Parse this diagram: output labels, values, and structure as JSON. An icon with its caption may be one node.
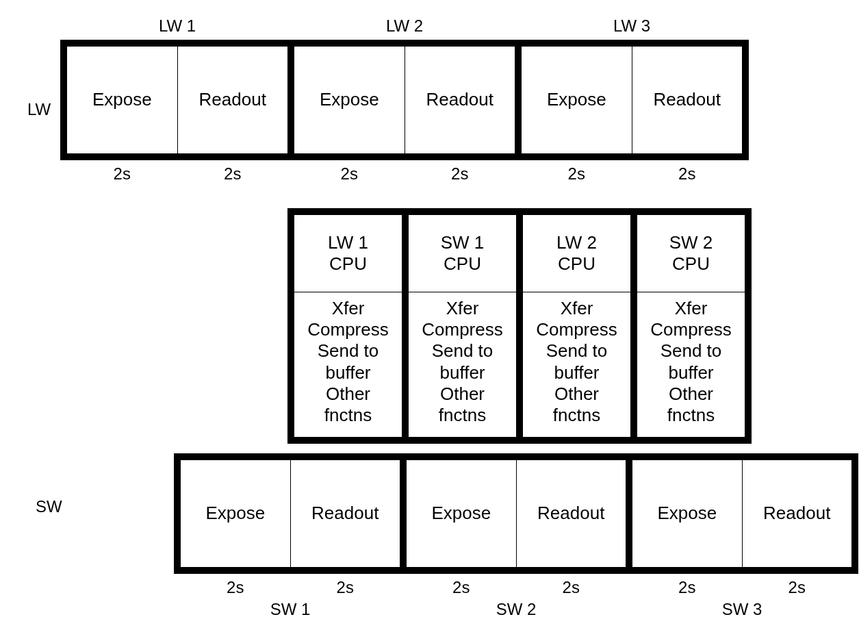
{
  "diagram": {
    "nodes": [
      {
        "text": [
          "LW 1"
        ]
      },
      {
        "text": [
          "Expose"
        ],
        "in": 0,
        "beside": [
          "2s"
        ]
      },
      {
        "text": [
          "Readout"
        ],
        "in": 0,
        "beside": [
          "2s"
        ]
      },
      {
        "text": [
          "LW 2"
        ]
      },
      {
        "text": [
          "Expose"
        ],
        "in": 3,
        "beside": [
          "2s"
        ]
      },
      {
        "text": [
          "Readout"
        ],
        "in": 3,
        "beside": [
          "2s"
        ]
      },
      {
        "text": [
          "LW 3"
        ]
      },
      {
        "text": [
          "Expose"
        ],
        "in": 6,
        "beside": [
          "2s"
        ]
      },
      {
        "text": [
          "Readout"
        ],
        "in": 6,
        "beside": [
          "2s"
        ]
      },
      {
        "text": [],
        "shape": "box"
      },
      {
        "text": [
          "LW 1 CPU"
        ],
        "in": 9
      },
      {
        "text": [
          "Xfer Compress Send to buffer Other fnctns"
        ],
        "in": 9
      },
      {
        "text": [],
        "shape": "box"
      },
      {
        "text": [
          "SW 1 CPU"
        ],
        "in": 12
      },
      {
        "text": [
          "Xfer Compress Send to buffer Other fnctns"
        ],
        "in": 12
      },
      {
        "text": [],
        "shape": "box"
      },
      {
        "text": [
          "LW 2 CPU"
        ],
        "in": 15
      },
      {
        "text": [
          "Xfer Compress Send to buffer Other fnctns"
        ],
        "in": 15
      },
      {
        "text": [],
        "shape": "box"
      },
      {
        "text": [
          "SW 2 CPU"
        ],
        "in": 18
      },
      {
        "text": [
          "Xfer Compress Send to buffer Other fnctns"
        ],
        "in": 18
      },
      {
        "text": [
          "SW 1"
        ]
      },
      {
        "text": [
          "Expose"
        ],
        "in": 21,
        "beside": [
          "2s"
        ]
      },
      {
        "text": [
          "Readout"
        ],
        "in": 21,
        "beside": [
          "2s"
        ]
      },
      {
        "text": [
          "SW 2"
        ]
      },
      {
        "text": [
          "Expose"
        ],
        "in": 24,
        "beside": [
          "2s"
        ]
      },
      {
        "text": [
          "Readout"
        ],
        "in": 24,
        "beside": [
          "2s"
        ]
      },
      {
        "text": [
          "SW 3"
        ]
      },
      {
        "text": [
          "Expose"
        ],
        "in": 27,
        "beside": [
          "2s"
        ]
      },
      {
        "text": [
          "Readout"
        ],
        "in": 27,
        "beside": [
          "2s"
        ]
      }
    ],
    "labels": [
      "LW",
      "SW"
    ]
  }
}
